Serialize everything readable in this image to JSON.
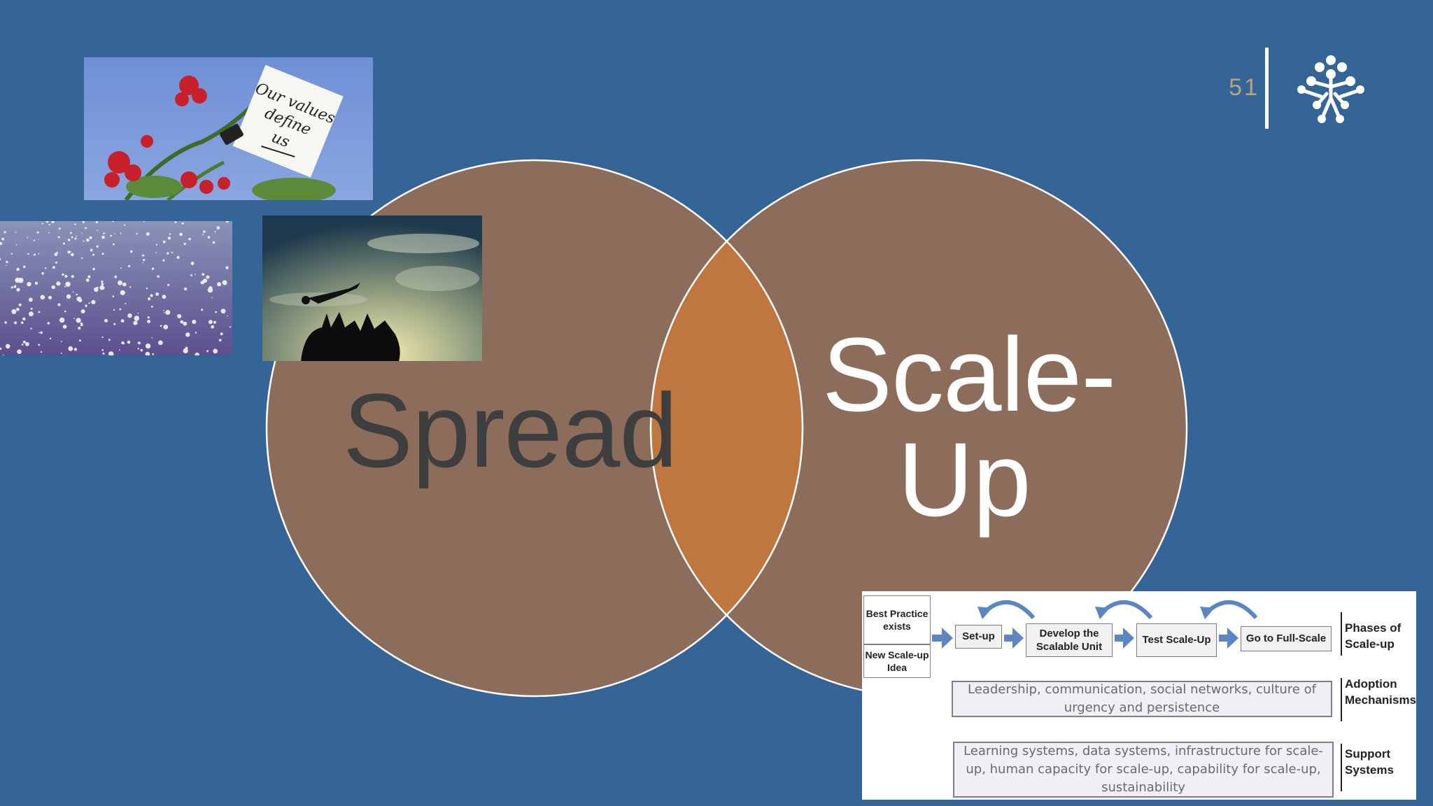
{
  "slide": {
    "page_number": "51",
    "colors": {
      "background": "#356497",
      "circle": "#8c6c5a",
      "overlap": "#c0763f",
      "outline": "#ffffff"
    }
  },
  "venn": {
    "left_label": "Spread",
    "right_label_line1": "Scale-",
    "right_label_line2": "Up"
  },
  "images": {
    "values_note_line1": "Our values",
    "values_note_line2": "define",
    "values_note_line3": "us"
  },
  "scaleup_diagram": {
    "start_box_1": "Best Practice exists",
    "start_box_2": "New Scale-up Idea",
    "phases": [
      "Set-up",
      "Develop the Scalable Unit",
      "Test Scale-Up",
      "Go to Full-Scale"
    ],
    "adoption_text": "Leadership, communication, social networks, culture of urgency and persistence",
    "support_text": "Learning systems, data systems, infrastructure for scale-up, human capacity for scale-up, capability for scale-up, sustainability",
    "row_labels": [
      "Phases of Scale-up",
      "Adoption Mechanisms",
      "Support Systems"
    ]
  }
}
